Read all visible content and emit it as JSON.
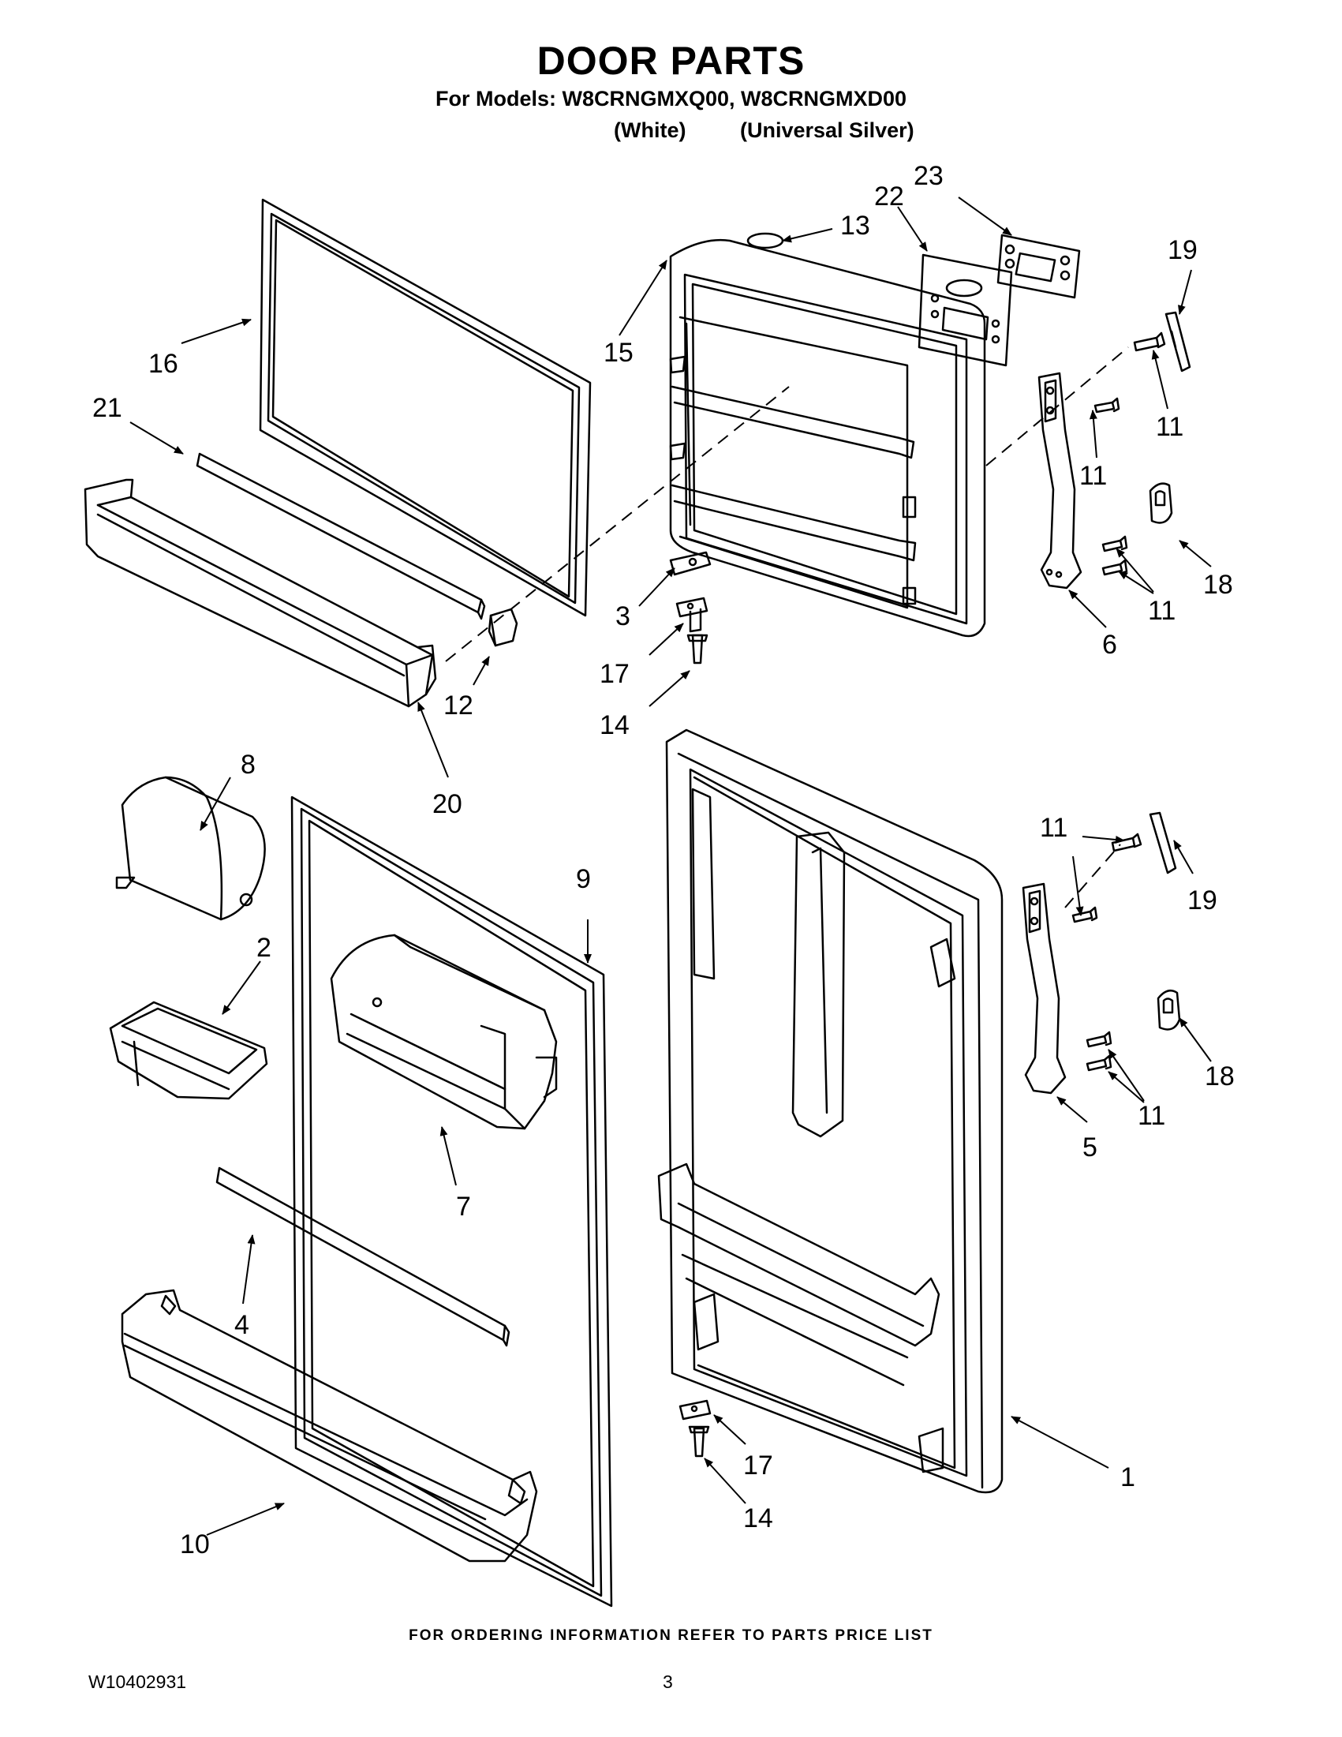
{
  "header": {
    "title": "DOOR PARTS",
    "models": "For Models: W8CRNGMXQ00, W8CRNGMXD00",
    "color_white": "(White)",
    "color_silver": "(Universal Silver)"
  },
  "callouts": [
    {
      "key": "c13",
      "label": "13"
    },
    {
      "key": "c22",
      "label": "22"
    },
    {
      "key": "c23",
      "label": "23"
    },
    {
      "key": "c19a",
      "label": "19"
    },
    {
      "key": "c16",
      "label": "16"
    },
    {
      "key": "c15",
      "label": "15"
    },
    {
      "key": "c21",
      "label": "21"
    },
    {
      "key": "c11a",
      "label": "11"
    },
    {
      "key": "c11b",
      "label": "11"
    },
    {
      "key": "c18a",
      "label": "18"
    },
    {
      "key": "c11c",
      "label": "11"
    },
    {
      "key": "c3",
      "label": "3"
    },
    {
      "key": "c6",
      "label": "6"
    },
    {
      "key": "c17a",
      "label": "17"
    },
    {
      "key": "c12",
      "label": "12"
    },
    {
      "key": "c14a",
      "label": "14"
    },
    {
      "key": "c20",
      "label": "20"
    },
    {
      "key": "c8",
      "label": "8"
    },
    {
      "key": "c11d",
      "label": "11"
    },
    {
      "key": "c9",
      "label": "9"
    },
    {
      "key": "c19b",
      "label": "19"
    },
    {
      "key": "c2",
      "label": "2"
    },
    {
      "key": "c18b",
      "label": "18"
    },
    {
      "key": "c11e",
      "label": "11"
    },
    {
      "key": "c5",
      "label": "5"
    },
    {
      "key": "c7",
      "label": "7"
    },
    {
      "key": "c4",
      "label": "4"
    },
    {
      "key": "c17b",
      "label": "17"
    },
    {
      "key": "c1",
      "label": "1"
    },
    {
      "key": "c10",
      "label": "10"
    },
    {
      "key": "c14b",
      "label": "14"
    }
  ],
  "footer": {
    "ordering_note": "FOR ORDERING INFORMATION REFER TO PARTS PRICE LIST",
    "doc_number": "W10402931",
    "page_number": "3"
  }
}
